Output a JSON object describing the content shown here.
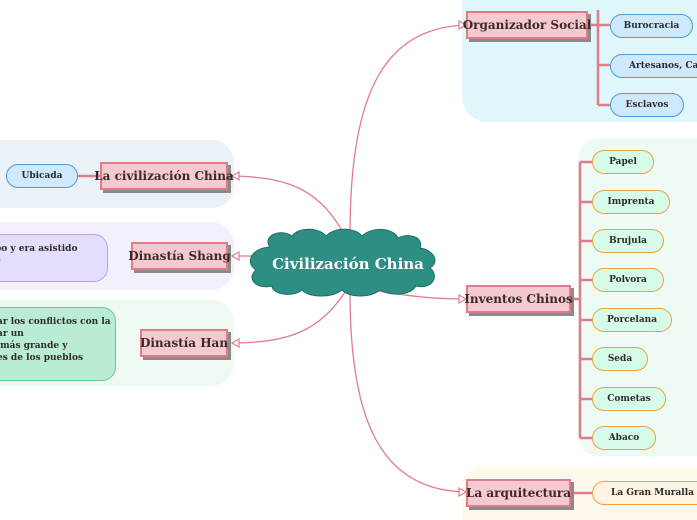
{
  "center": {
    "title": "Civilización China"
  },
  "branches": {
    "civilizacion": {
      "label": "La civilización China",
      "child": "Ubicada"
    },
    "shang": {
      "label": "Dinastía Shang",
      "note": "po y era asistido\ne"
    },
    "han": {
      "label": "Dinastía Han",
      "note": "ar los conflictos con la\nar un\n más grande y\nes de los pueblos"
    },
    "organizador": {
      "label": "Organizador Social",
      "children": [
        "Burocracia",
        "Artesanos, Camp",
        "Esclavos"
      ]
    },
    "inventos": {
      "label": "Inventos Chinos",
      "children": [
        "Papel",
        "Imprenta",
        "Brujula",
        "Polvora",
        "Porcelana",
        "Seda",
        "Cometas",
        "Abaco"
      ]
    },
    "arquitectura": {
      "label": "La arquitectura",
      "children": [
        "La Gran Muralla chi"
      ]
    }
  },
  "colors": {
    "connector": "#e07c8a",
    "center_fill": "#2d8f83",
    "main_fill": "#f4c9cf",
    "zone_blue": "#e3f6fb",
    "zone_green": "#eefaf4",
    "zone_orange": "#fff8ec"
  }
}
